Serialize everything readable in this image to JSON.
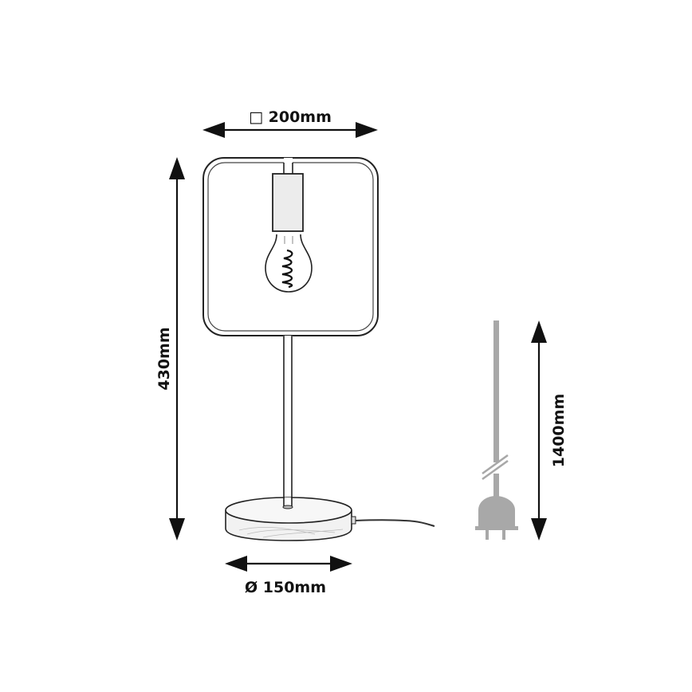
{
  "diagram": {
    "title": "Table lamp dimension drawing",
    "dimensions": {
      "width": {
        "symbol": "□",
        "value": "200mm",
        "label": "□ 200mm"
      },
      "height": {
        "value": "430mm",
        "label": "430mm"
      },
      "base_diameter": {
        "symbol": "Ø",
        "value": "150mm",
        "label": "Ø 150mm"
      },
      "cable_length": {
        "value": "1400mm",
        "label": "1400mm"
      }
    },
    "components": [
      {
        "id": "frame",
        "label": "Square rounded metal frame"
      },
      {
        "id": "socket",
        "label": "Lamp socket"
      },
      {
        "id": "bulb",
        "label": "Filament bulb"
      },
      {
        "id": "stem",
        "label": "Metal stem"
      },
      {
        "id": "base",
        "label": "Round wooden base"
      },
      {
        "id": "cable",
        "label": "Power cable"
      },
      {
        "id": "plug",
        "label": "Power plug"
      }
    ],
    "colors": {
      "line": "#222222",
      "arrow": "#111111",
      "plug": "#a8a8a8",
      "wood": "#f0f0f0",
      "socket": "#e8e8e8"
    }
  }
}
